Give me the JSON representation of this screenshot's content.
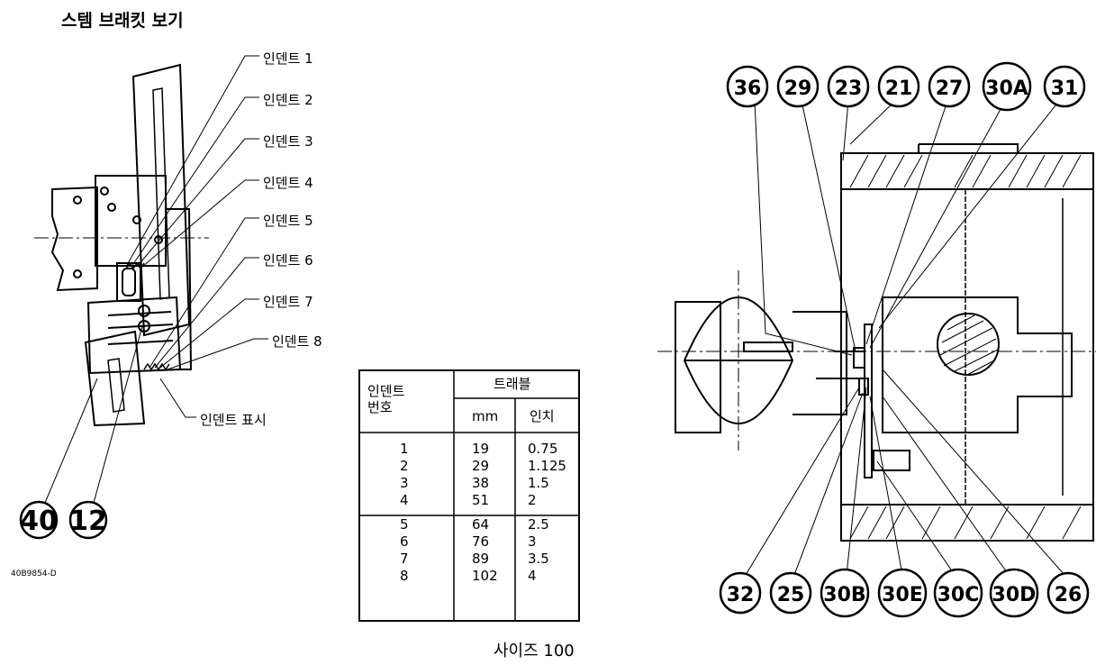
{
  "title": "스템 브래킷 보기",
  "indent_labels": [
    "인덴트 1",
    "인덴트 2",
    "인덴트 3",
    "인덴트 4",
    "인덴트 5",
    "인덴트 6",
    "인덴트 7",
    "인덴트 8"
  ],
  "indent_mark_label": "인덴트 표시",
  "left_callouts": [
    "40",
    "12"
  ],
  "drawing_id": "40B9854-D",
  "table": {
    "header_col1_line1": "인덴트",
    "header_col1_line2": "번호",
    "header_travel": "트래블",
    "header_mm": "mm",
    "header_inch": "인치",
    "rows": [
      {
        "no": "1",
        "mm": "19",
        "inch": "0.75"
      },
      {
        "no": "2",
        "mm": "29",
        "inch": "1.125"
      },
      {
        "no": "3",
        "mm": "38",
        "inch": "1.5"
      },
      {
        "no": "4",
        "mm": "51",
        "inch": "2"
      },
      {
        "no": "5",
        "mm": "64",
        "inch": "2.5"
      },
      {
        "no": "6",
        "mm": "76",
        "inch": "3"
      },
      {
        "no": "7",
        "mm": "89",
        "inch": "3.5"
      },
      {
        "no": "8",
        "mm": "102",
        "inch": "4"
      }
    ]
  },
  "top_callouts": [
    "36",
    "29",
    "23",
    "21",
    "27",
    "30A",
    "31"
  ],
  "bottom_callouts": [
    "32",
    "25",
    "30B",
    "30E",
    "30C",
    "30D",
    "26"
  ],
  "caption": "사이즈 100"
}
